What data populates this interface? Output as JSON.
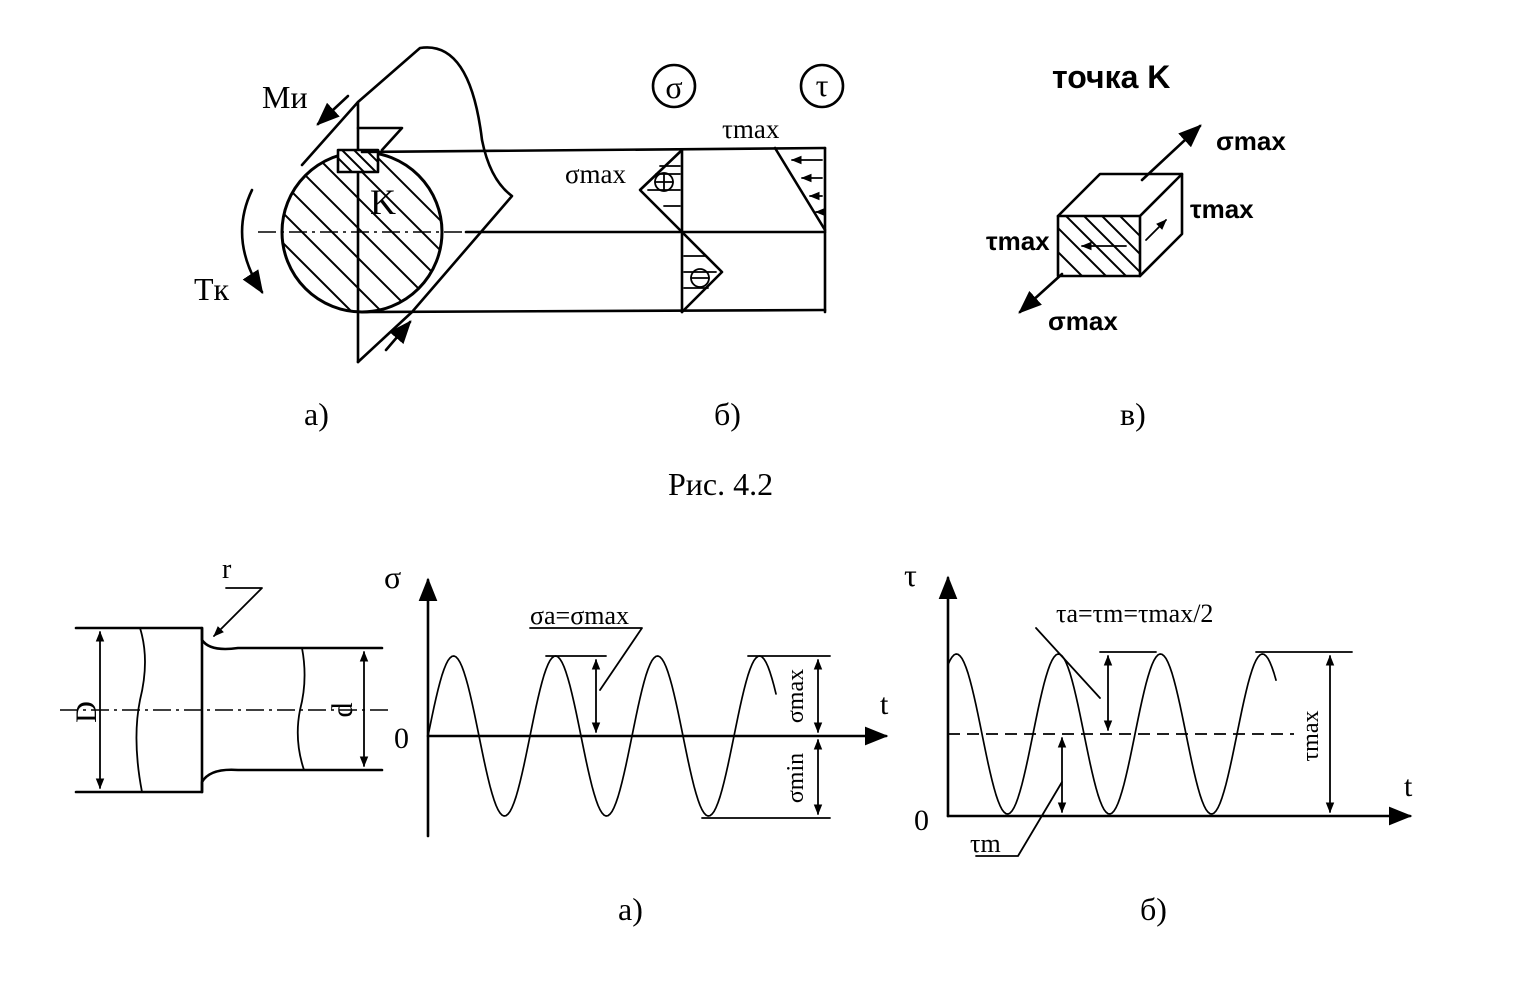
{
  "fig1": {
    "label_moment": "Mи",
    "label_torque": "Tк",
    "label_point": "K",
    "circle_sigma": "σ",
    "circle_tau": "τ",
    "sigma_max": "σmax",
    "tau_max": "τmax",
    "point_title": "точка K",
    "sub_a": "а)",
    "sub_b": "б)",
    "sub_c": "в)",
    "caption": "Рис. 4.2"
  },
  "fig2": {
    "shaft_D": "D",
    "shaft_d": "d",
    "shaft_r": "r",
    "sigma_axis": "σ",
    "tau_axis": "τ",
    "t_axis": "t",
    "zero": "0",
    "sigma_relation": "σa=σmax",
    "tau_relation": "τa=τm=τmax/2",
    "sigma_max": "σmax",
    "sigma_min": "σmin",
    "tau_max": "τmax",
    "tau_m": "τm",
    "sub_a": "а)",
    "sub_b": "б)"
  }
}
